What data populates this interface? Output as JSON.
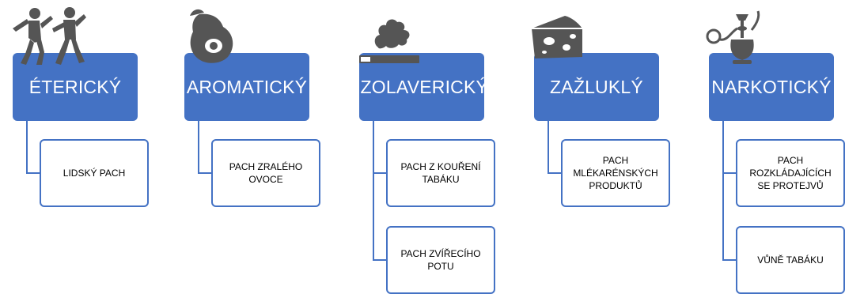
{
  "categories": [
    {
      "title": "ÉTERICKÝ",
      "icon": "dancing-people-icon",
      "items": [
        "LIDSKÝ PACH"
      ]
    },
    {
      "title": "AROMATICKÝ",
      "icon": "pear-avocado-icon",
      "items": [
        "PACH ZRALÉHO OVOCE"
      ]
    },
    {
      "title": "IZOLAVERICKÝ",
      "icon": "cigarette-smoke-icon",
      "items": [
        "PACH Z KOUŘENÍ TABÁKU",
        "PACH ZVÍŘECÍHO POTU"
      ]
    },
    {
      "title": "ZAŽLUKLÝ",
      "icon": "cheese-icon",
      "items": [
        "PACH MLÉKARÉNSKÝCH PRODUKTŮ"
      ]
    },
    {
      "title": "NARKOTICKÝ",
      "icon": "hookah-icon",
      "items": [
        "PACH ROZKLÁDAJÍCÍCH SE PROTEJVŮ",
        "VŮNĚ TABÁKU"
      ]
    }
  ],
  "colors": {
    "header": "#4472c4",
    "border": "#4472c4",
    "icon": "#555555"
  }
}
